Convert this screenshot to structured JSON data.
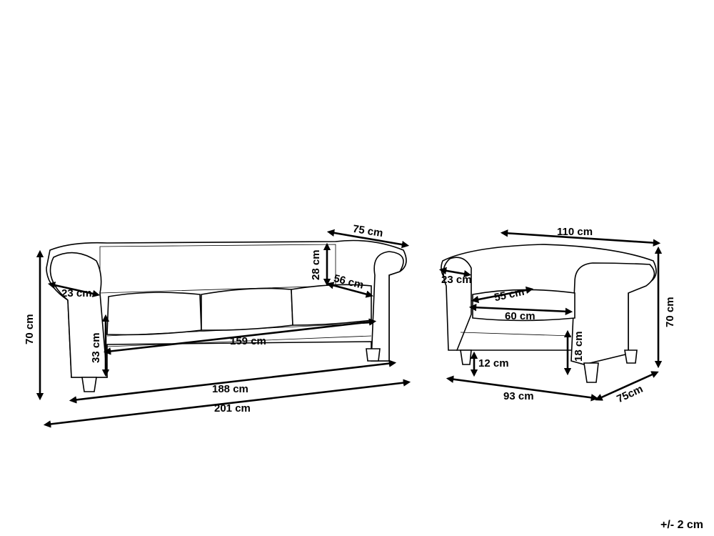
{
  "sofa": {
    "depth": "75 cm",
    "back_height": "28 cm",
    "seat_depth": "56 cm",
    "arm_width": "23 cm",
    "height": "70 cm",
    "seat_height": "33 cm",
    "seat_width": "159 cm",
    "inner_width": "188 cm",
    "total_width": "201 cm"
  },
  "armchair": {
    "total_width": "110 cm",
    "arm_width": "23 cm",
    "seat_depth": "55 cm",
    "seat_width": "60 cm",
    "height": "70 cm",
    "seat_height": "18 cm",
    "leg_height": "12 cm",
    "inner_width": "93 cm",
    "depth": "75cm"
  },
  "tolerance": "+/- 2 cm"
}
